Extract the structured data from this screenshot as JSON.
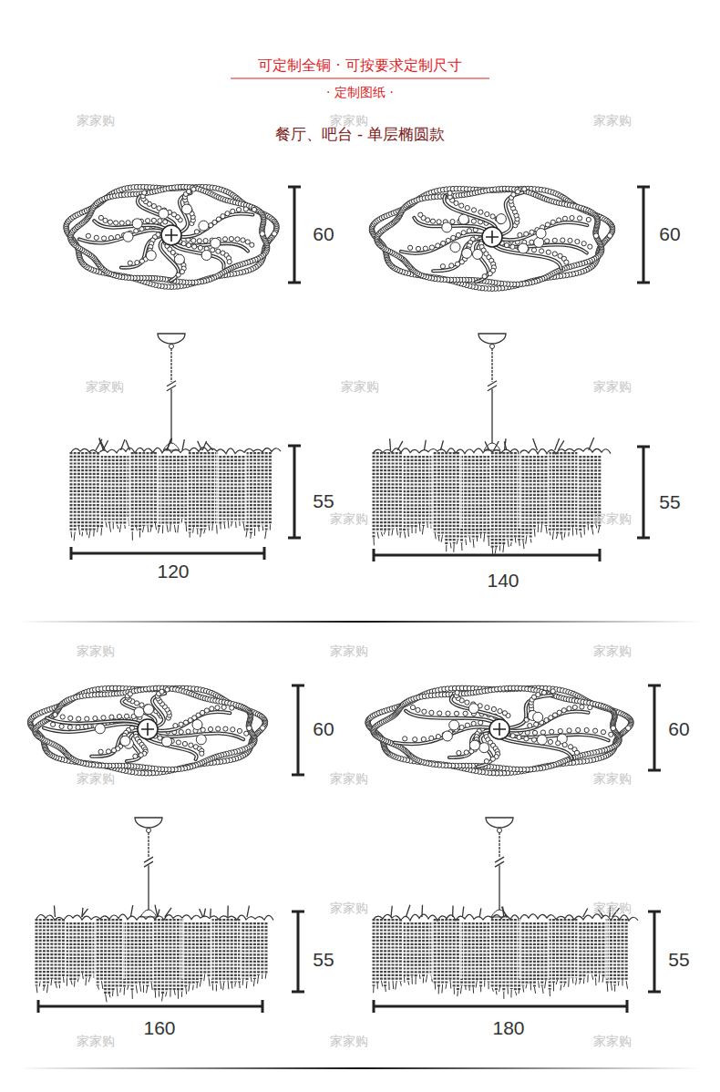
{
  "diagram": {
    "title": "可定制全铜 · 可按要求定制尺寸",
    "labels": [
      "· 定制图纸 ·",
      "餐厅、吧台 - 单层椭圆款",
      "60",
      "55",
      "120",
      "60",
      "55",
      "140",
      "60",
      "55",
      "160",
      "60",
      "55",
      "180",
      "家家购",
      "家家购",
      "家家购",
      "家家购",
      "家家购",
      "家家购",
      "家家购",
      "家家购",
      "家家购",
      "家家购",
      "家家购",
      "家家购",
      "家家购",
      "家家购",
      "家家购",
      "家家购",
      "家家购",
      "家家购",
      "家家购"
    ]
  }
}
